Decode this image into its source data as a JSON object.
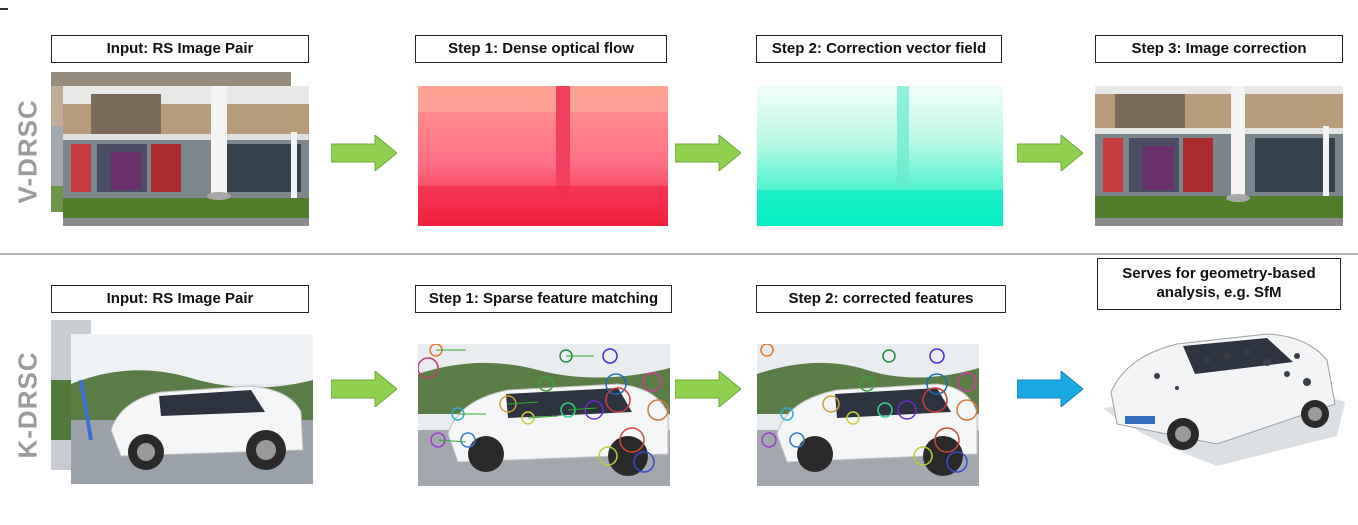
{
  "rows": {
    "top": {
      "label": "V-DRSC",
      "stages": [
        {
          "title": "Input: RS Image Pair"
        },
        {
          "title": "Step 1: Dense optical flow"
        },
        {
          "title": "Step 2: Correction vector field"
        },
        {
          "title": "Step 3: Image correction"
        }
      ]
    },
    "bottom": {
      "label": "K-DRSC",
      "stages": [
        {
          "title": "Input: RS Image Pair"
        },
        {
          "title": "Step 1: Sparse feature matching"
        },
        {
          "title": "Step 2: corrected features"
        },
        {
          "title": "Serves for geometry-based analysis, e.g. SfM"
        }
      ]
    }
  },
  "colors": {
    "arrow_green": "#8fd14f",
    "arrow_blue": "#1aa8e0",
    "flow_pink": "#ff5c7a",
    "field_cyan": "#3ff0c8",
    "row_label_gray": "#9b9b9b"
  },
  "icons": {
    "arrow": "right-arrow-icon"
  }
}
